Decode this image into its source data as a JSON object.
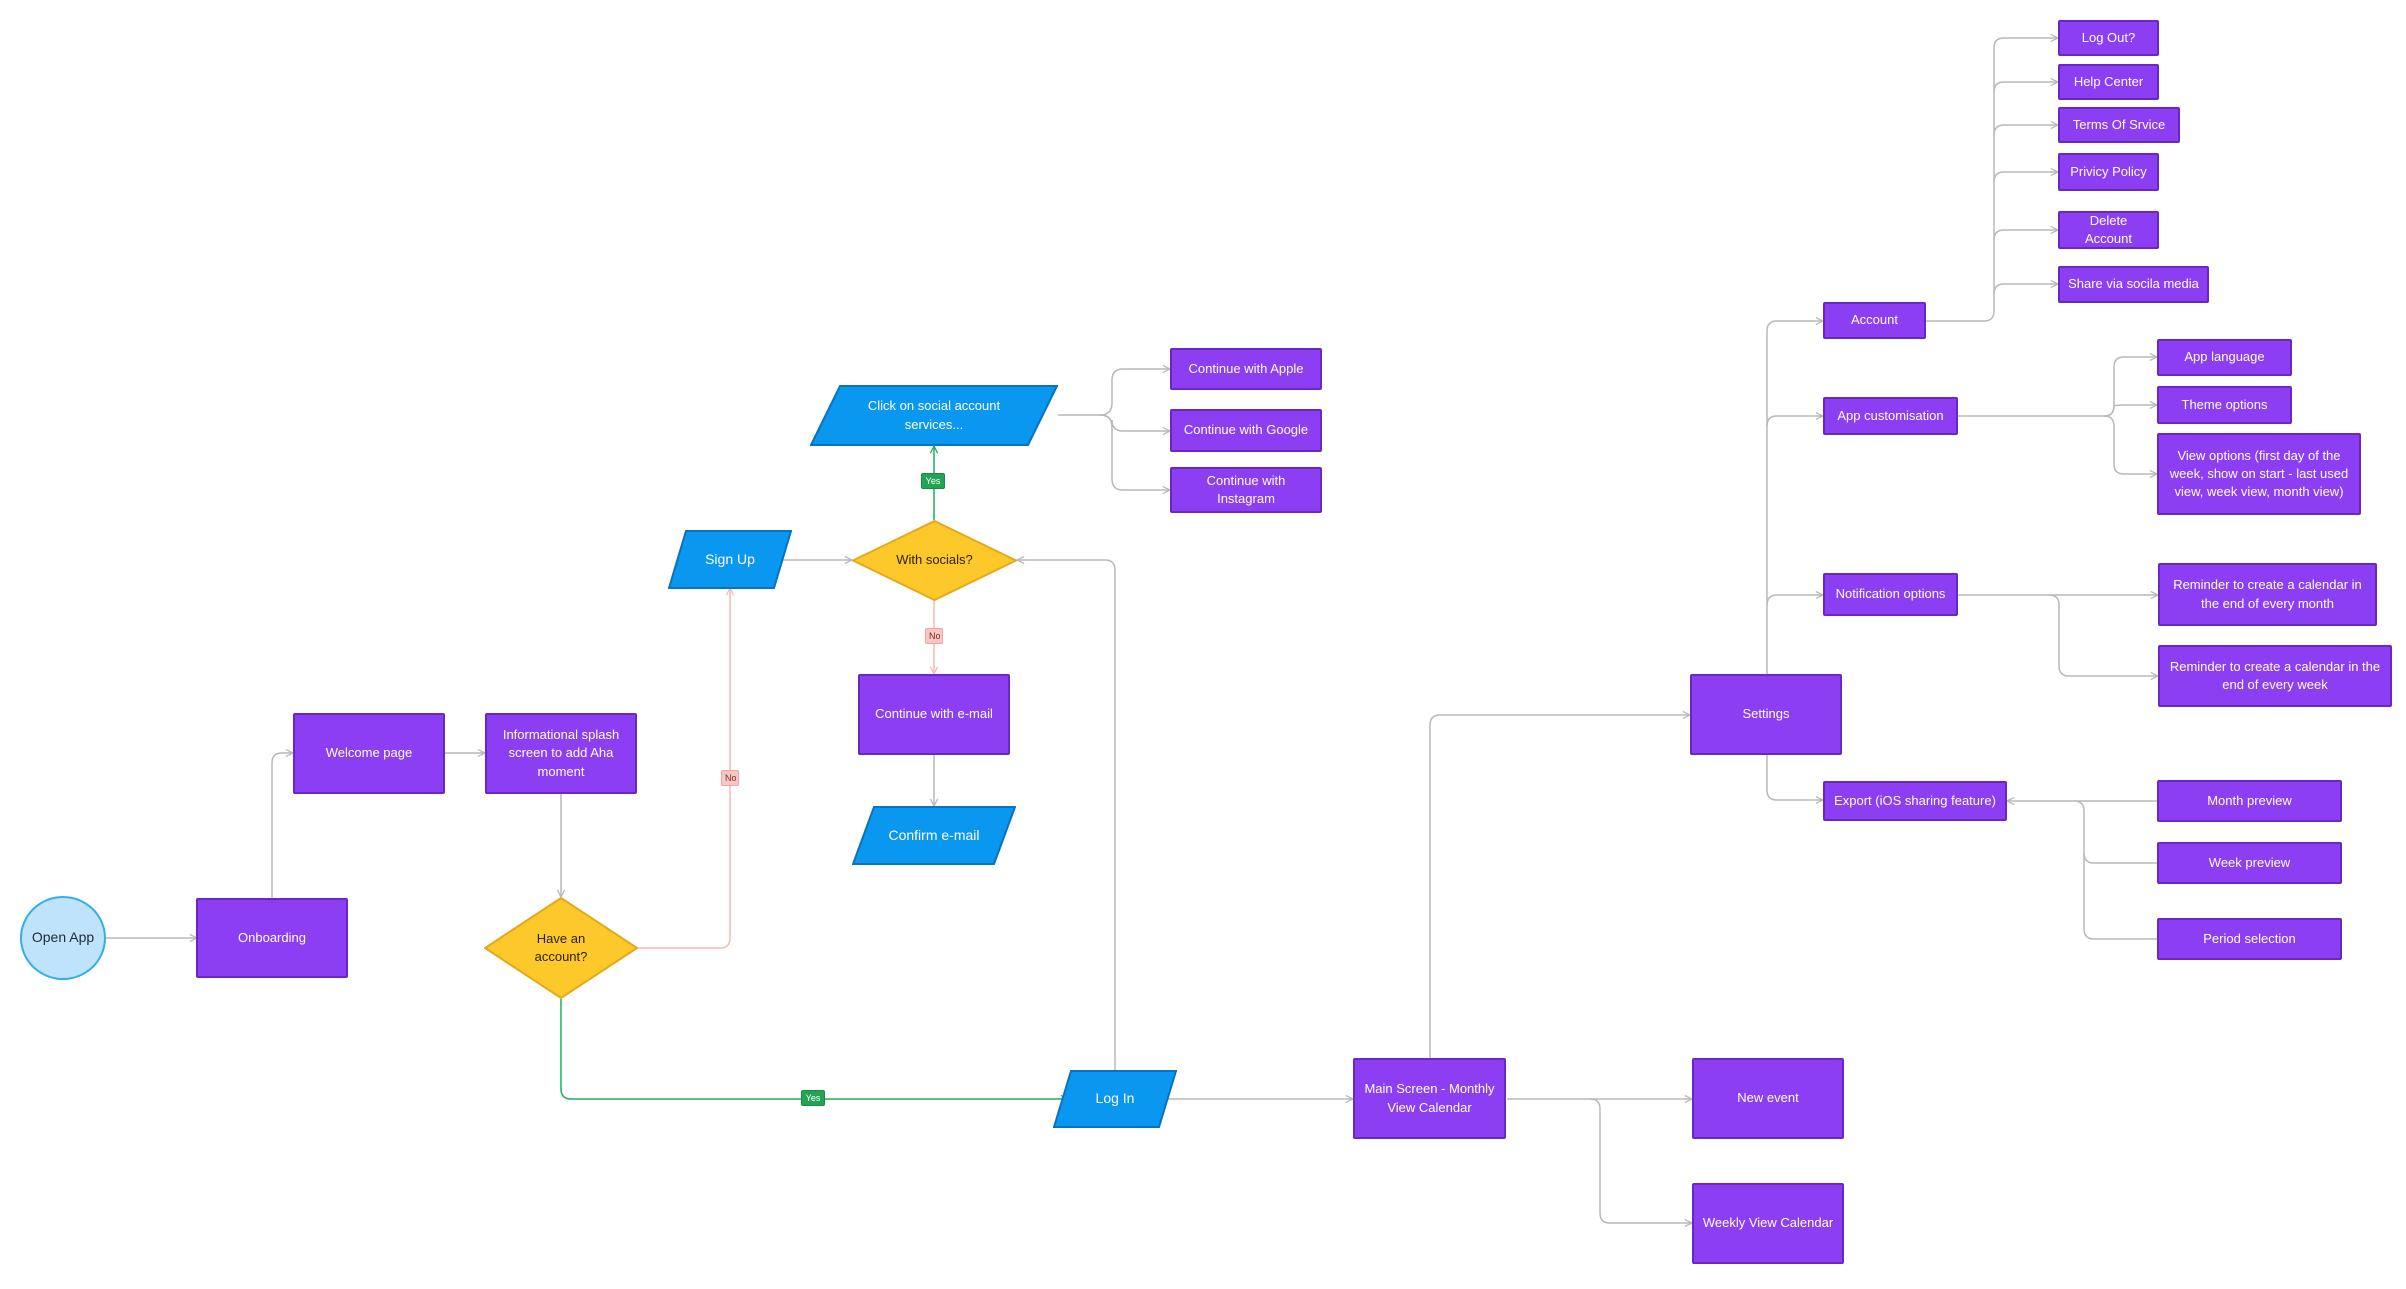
{
  "colors": {
    "process": "#8c3ef2",
    "process_border": "#6a27c4",
    "io": "#0a97f0",
    "io_border": "#0a72c2",
    "decision": "#fdc92a",
    "decision_border": "#e2a91a",
    "start": "#bfe3fb",
    "start_border": "#34aee6",
    "edge": "#b9b9b9",
    "edge_yes": "#1fae5c",
    "edge_no": "#f6b8b5"
  },
  "nodes": {
    "open_app": "Open App",
    "onboarding": "Onboarding",
    "welcome": "Welcome page",
    "splash": "Informational splash screen to add Aha moment",
    "have_account": "Have an account?",
    "sign_up": "Sign Up",
    "with_socials": "With socials?",
    "social_click": "Click on social account services...",
    "cont_apple": "Continue with Apple",
    "cont_google": "Continue with Google",
    "cont_instagram": "Continue with Instagram",
    "cont_email": "Continue with e-mail",
    "confirm_email": "Confirm e-mail",
    "log_in": "Log In",
    "main_screen": "Main Screen - Monthly View Calendar",
    "new_event": "New event",
    "weekly_view": "Weekly View Calendar",
    "settings": "Settings",
    "account": "Account",
    "app_custom": "App customisation",
    "notification": "Notification options",
    "export": "Export (iOS sharing feature)",
    "log_out": "Log Out?",
    "help_center": "Help Center",
    "terms": "Terms Of Srvice",
    "privacy": "Privicy Policy",
    "delete_account": "Delete Account",
    "share_social": "Share via socila media",
    "app_language": "App language",
    "theme_options": "Theme options",
    "view_options": "View options (first day of the week, show on start - last used view, week view, month view)",
    "reminder_month": "Reminder to create a calendar in the end of every month",
    "reminder_week": "Reminder to create a calendar  in the end of every week",
    "month_preview": "Month preview",
    "week_preview": "Week preview",
    "period_selection": "Period selection"
  },
  "edge_labels": {
    "yes": "Yes",
    "no": "No"
  }
}
